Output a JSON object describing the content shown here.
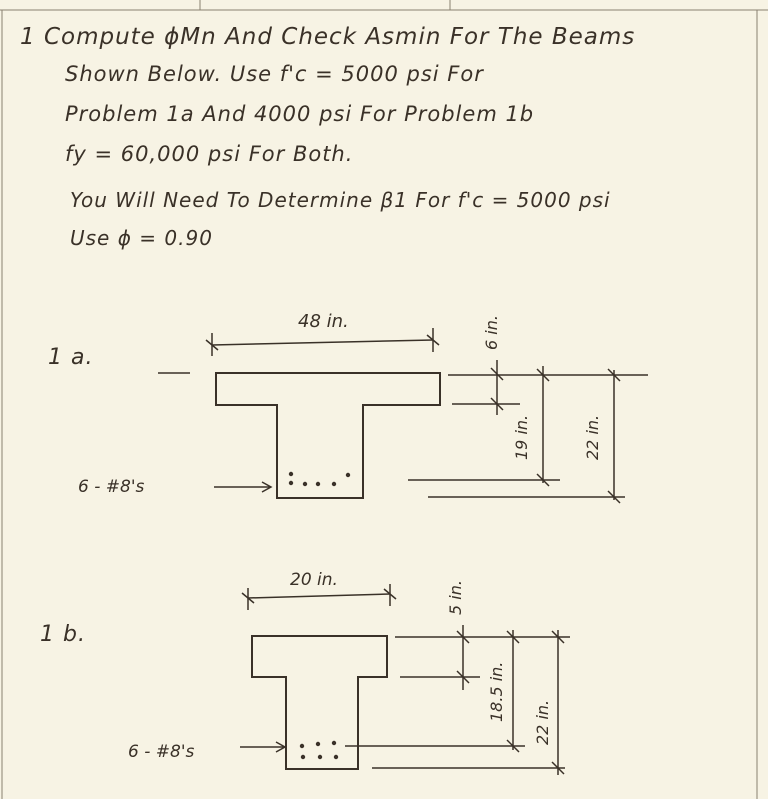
{
  "problem_text": {
    "line1": "1 Compute ϕMn And Check Asmin For The Beams",
    "line2": "Shown Below. Use f'c = 5000 psi For",
    "line3": "Problem 1a And 4000 psi For Problem 1b",
    "line4": "fy = 60,000 psi For Both.",
    "line5": "You Will Need To Determine β1 For f'c = 5000 psi",
    "line6": "Use ϕ = 0.90"
  },
  "beam_1a": {
    "label": "1 a.",
    "flange_width": "48 in.",
    "flange_depth": "6 in.",
    "effective_depth": "19 in.",
    "total_depth": "22 in.",
    "rebar": "6 - #8's"
  },
  "beam_1b": {
    "label": "1 b.",
    "flange_width": "20 in.",
    "flange_depth": "5 in.",
    "effective_depth": "18.5 in.",
    "total_depth": "22 in.",
    "rebar": "6 - #8's"
  }
}
